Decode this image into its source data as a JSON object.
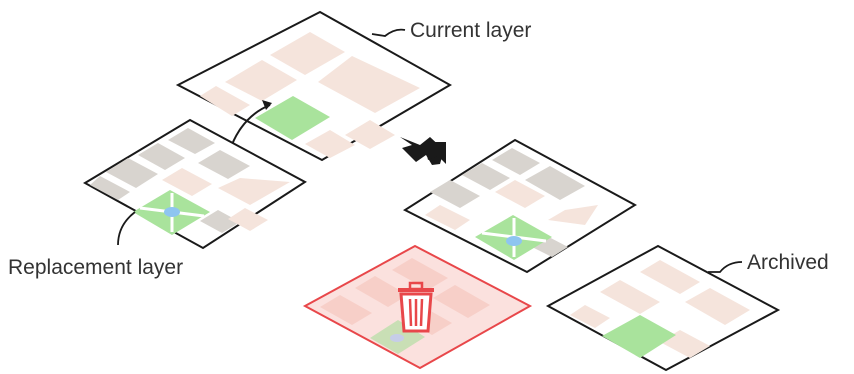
{
  "labels": {
    "current": "Current layer",
    "replacement": "Replacement layer",
    "archived": "Archived"
  },
  "colors": {
    "outline": "#1a1a1a",
    "tan_block": "#f5e4dc",
    "gray_block": "#d8d4cf",
    "road": "#ffffff",
    "green_park": "#a9e39c",
    "blue_fountain": "#8ec5f0",
    "delete_red": "#e8474a",
    "delete_fill": "#fbe1de",
    "arrow": "#1a1a1a"
  },
  "icons": {
    "delete": "trash-icon",
    "transition": "arrow-icon"
  }
}
